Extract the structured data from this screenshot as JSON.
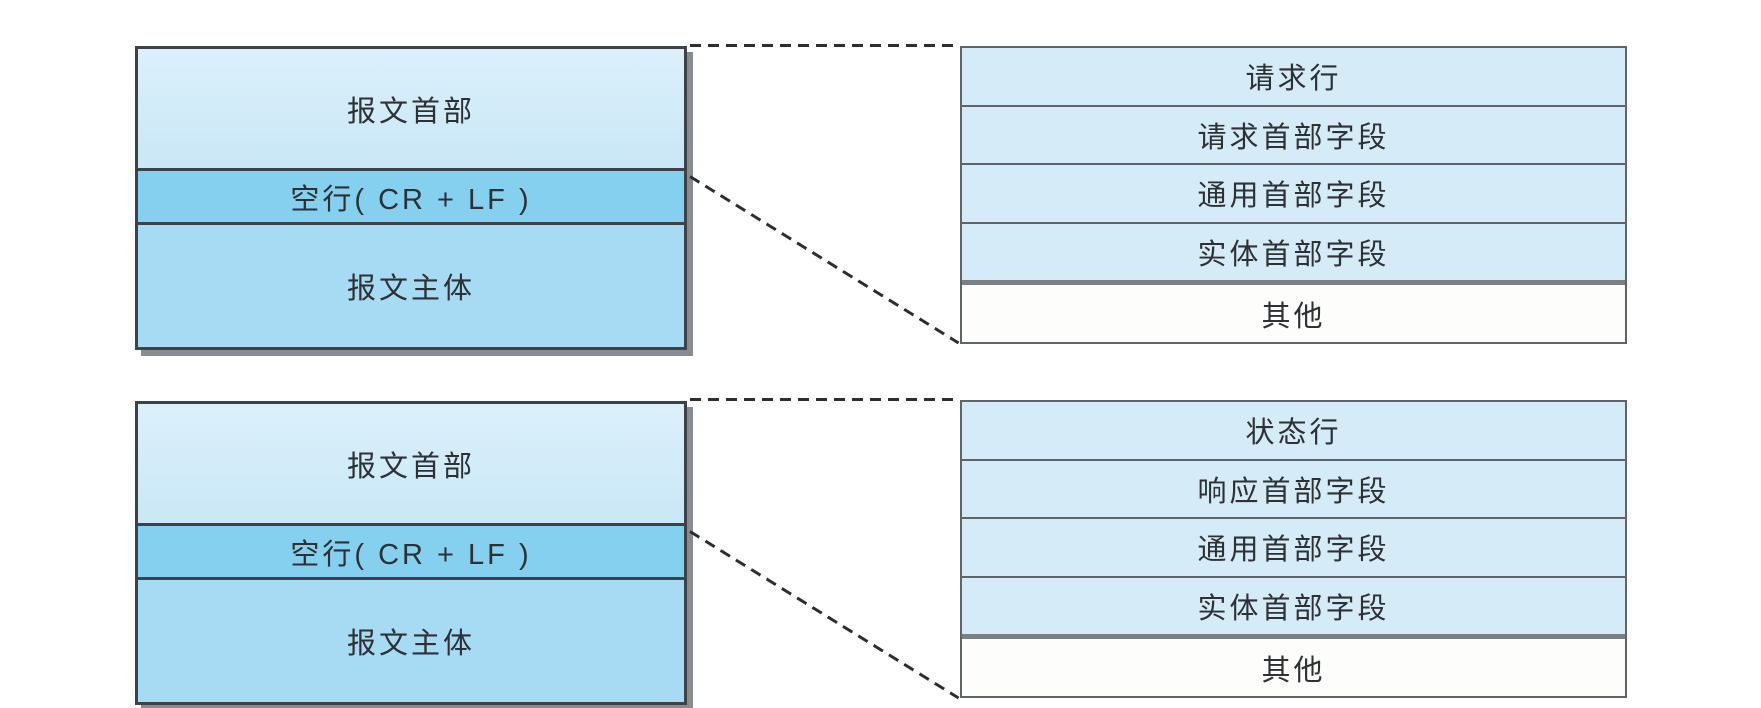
{
  "colors": {
    "header_fill_top": "#dcf0fb",
    "header_fill_bottom": "#c9e7f6",
    "blank_line_fill": "#84d0ee",
    "body_fill": "#a6dbf3",
    "field_row_fill": "#d6ebf8",
    "other_row_fill": "#fdfdfc",
    "box_border": "#3c4247",
    "detail_border": "#5e6468",
    "thick_separator": "#7a8084",
    "shadow": "#878c90",
    "dash": "#2e2e2e",
    "text": "#2d3135",
    "background": "#ffffff"
  },
  "request_diagram": {
    "message_box": {
      "header_label": "报文首部",
      "blank_line_label": "空行( CR + LF )",
      "body_label": "报文主体"
    },
    "detail_box": {
      "rows": [
        {
          "label": "请求行"
        },
        {
          "label": "请求首部字段"
        },
        {
          "label": "通用首部字段"
        },
        {
          "label": "实体首部字段"
        },
        {
          "label": "其他"
        }
      ]
    }
  },
  "response_diagram": {
    "message_box": {
      "header_label": "报文首部",
      "blank_line_label": "空行( CR + LF )",
      "body_label": "报文主体"
    },
    "detail_box": {
      "rows": [
        {
          "label": "状态行"
        },
        {
          "label": "响应首部字段"
        },
        {
          "label": "通用首部字段"
        },
        {
          "label": "实体首部字段"
        },
        {
          "label": "其他"
        }
      ]
    }
  }
}
